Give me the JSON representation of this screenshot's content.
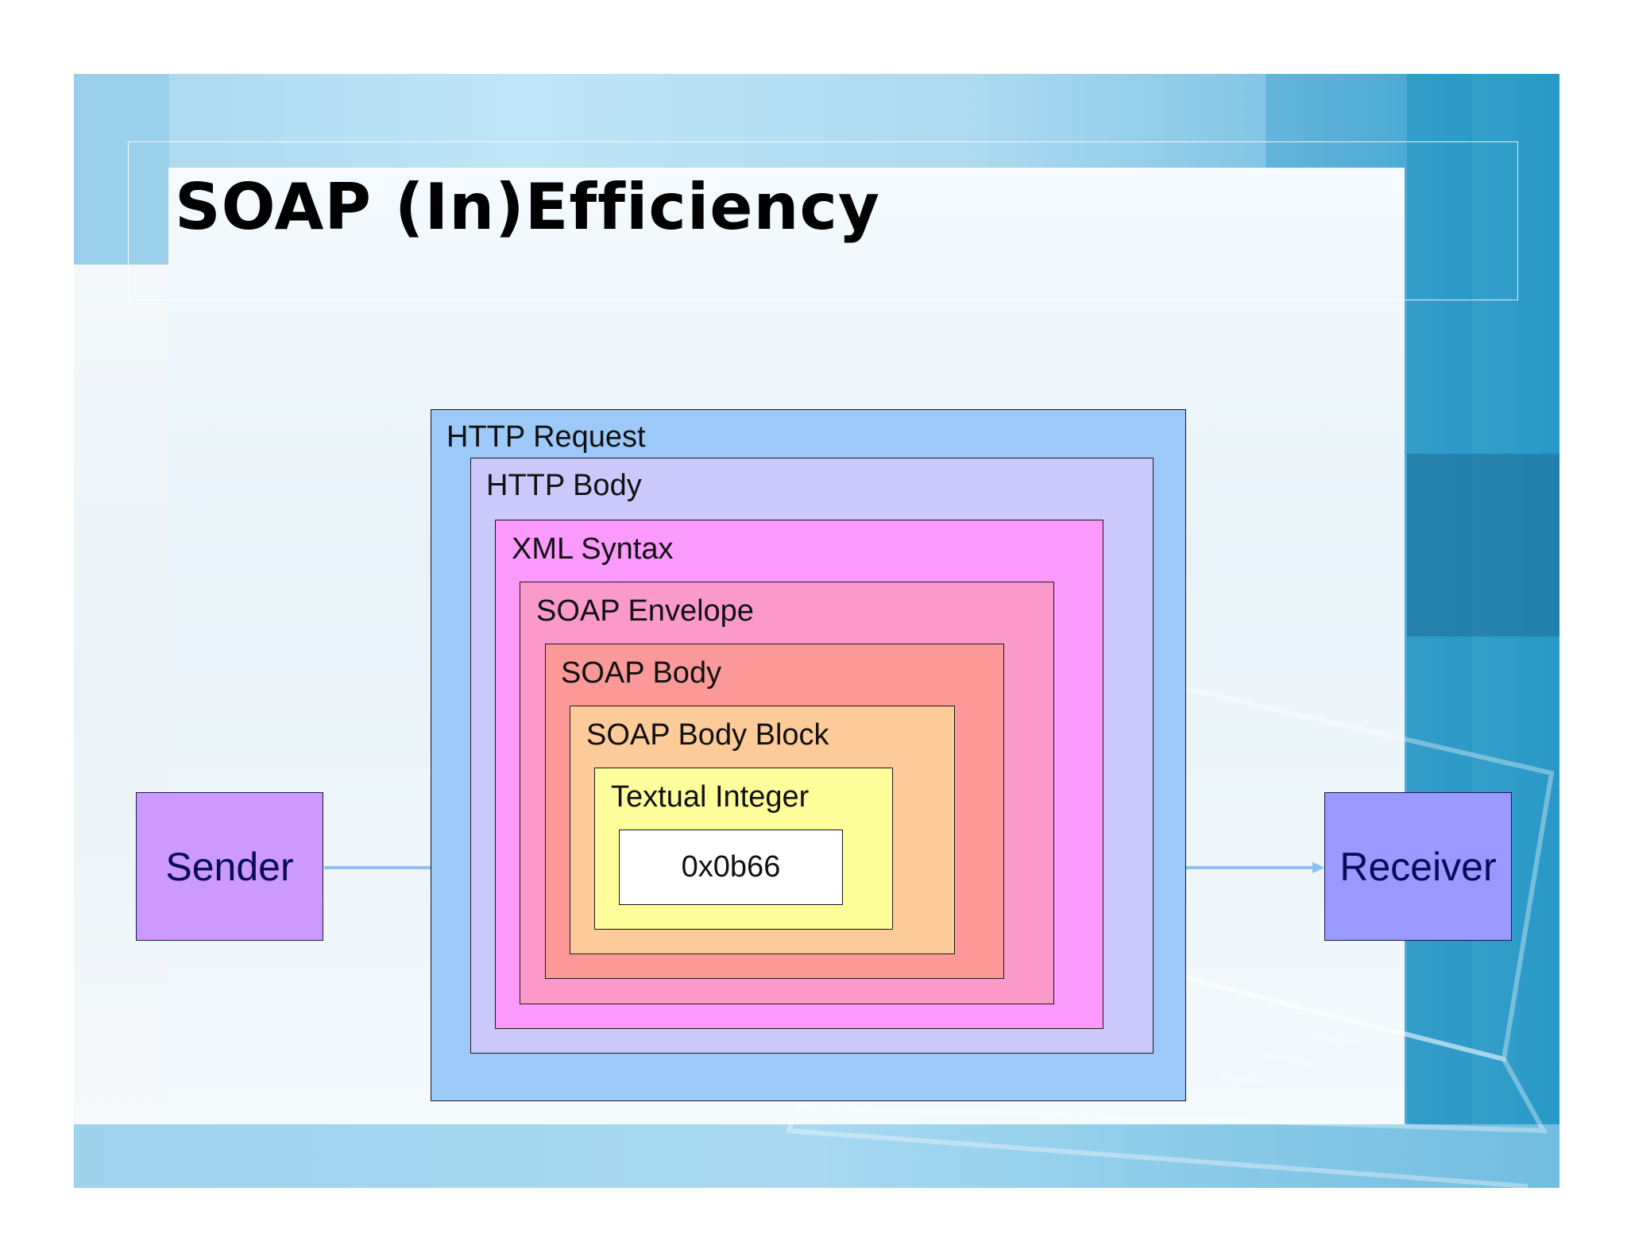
{
  "slide": {
    "title": "SOAP (In)Efficiency"
  },
  "diagram": {
    "sender_label": "Sender",
    "receiver_label": "Receiver",
    "layers": [
      {
        "label": "HTTP Request",
        "color": "#9cc9f8"
      },
      {
        "label": "HTTP Body",
        "color": "#cbc9fb"
      },
      {
        "label": "XML Syntax",
        "color": "#fc99fc"
      },
      {
        "label": "SOAP Envelope",
        "color": "#fb99cb"
      },
      {
        "label": "SOAP Body",
        "color": "#fb9999"
      },
      {
        "label": "SOAP Body Block",
        "color": "#fccb99"
      },
      {
        "label": "Textual Integer",
        "color": "#fdfd99"
      }
    ],
    "value": "0x0b66",
    "colors": {
      "sender": "#cc99ff",
      "receiver": "#9999ff",
      "arrow": "#8ec2ef"
    }
  }
}
